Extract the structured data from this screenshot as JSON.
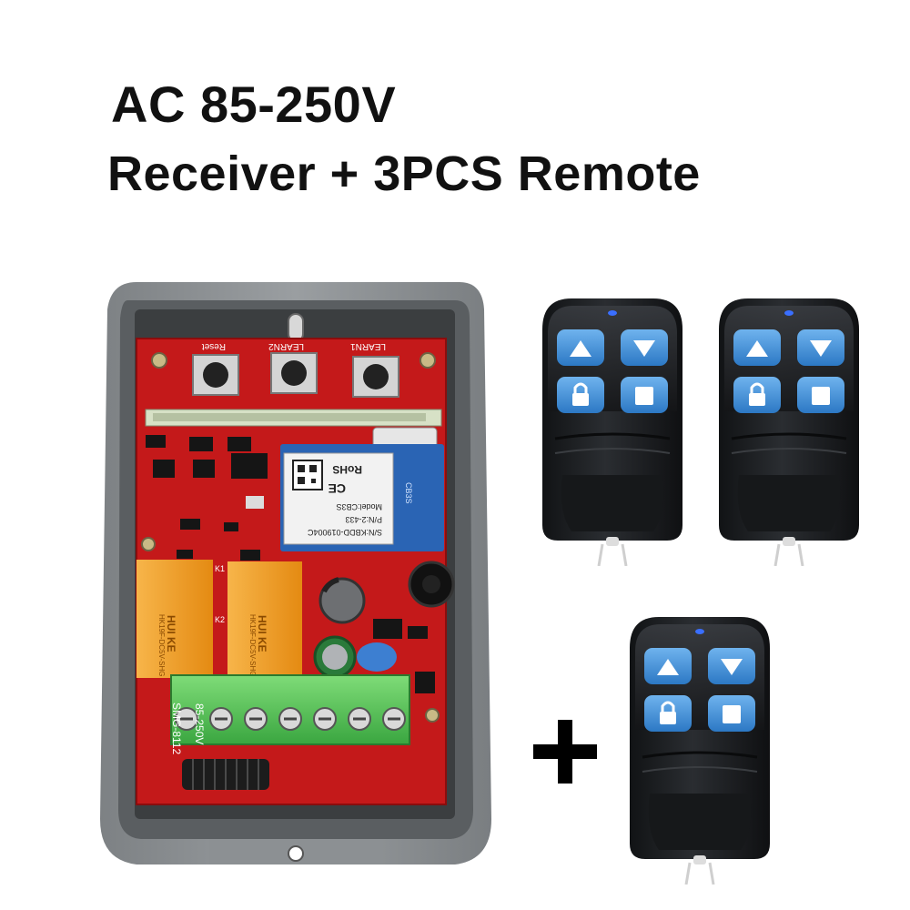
{
  "headline": {
    "line1": "AC 85-250V",
    "line2": "Receiver + 3PCS Remote"
  },
  "receiver": {
    "button_labels": [
      "Reset",
      "LEARN2",
      "LEARN1"
    ],
    "relay_brand": "HUI KE",
    "relay_model": "HK19F-DC5V-SHG",
    "relay_k1": "K1",
    "relay_k2": "K2",
    "module_rohs": "RoHS",
    "module_ce": "CE",
    "module_model": "Model:CB3S",
    "module_pn": "P/N:2-433",
    "module_sn": "S/N:KBDD-019004C",
    "module_side": "CB3S",
    "voltage_label": "85-250V",
    "board_label": "SMG-8112"
  },
  "remotes": {
    "count": 3,
    "plus_symbol": "+"
  },
  "colors": {
    "housing": "#8f9396",
    "pcb": "#c4191a",
    "terminal": "#57c85a",
    "relay": "#f29a1e",
    "remote_body": "#1d1f22",
    "remote_button": "#3f8ed8"
  },
  "icons": [
    "arrow-up-icon",
    "arrow-down-icon",
    "lock-icon",
    "stop-square-icon"
  ]
}
